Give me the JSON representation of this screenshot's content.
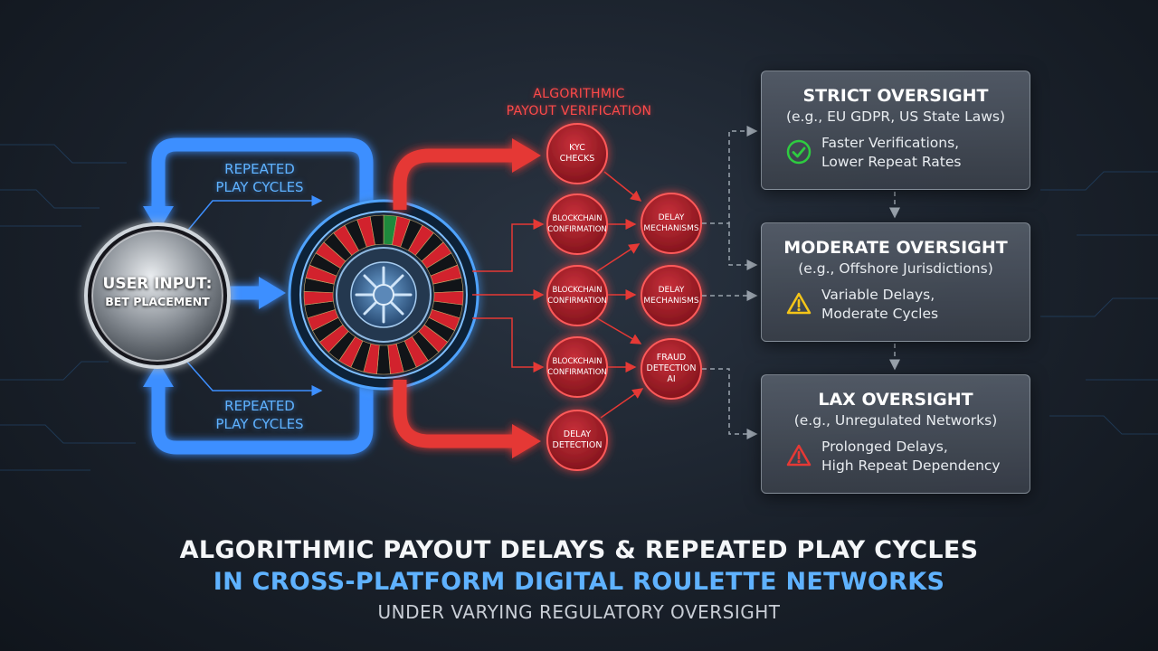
{
  "hub": {
    "line1": "USER INPUT:",
    "line2": "BET PLACEMENT"
  },
  "loop_labels": {
    "top": [
      "REPEATED",
      "PLAY CYCLES"
    ],
    "bottom": [
      "REPEATED",
      "PLAY CYCLES"
    ]
  },
  "verification_title": [
    "ALGORITHMIC",
    "PAYOUT VERIFICATION"
  ],
  "nodes": {
    "kyc": [
      "KYC",
      "CHECKS"
    ],
    "blockchain_1": [
      "BLOCKCHAIN",
      "CONFIRMATION"
    ],
    "blockchain_2": [
      "BLOCKCHAIN",
      "CONFIRMATION"
    ],
    "blockchain_3": [
      "BLOCKCHAIN",
      "CONFIRMATION"
    ],
    "delay_detection": [
      "DELAY",
      "DETECTION"
    ],
    "delay_mech_1": [
      "DELAY",
      "MECHANISMS"
    ],
    "delay_mech_2": [
      "DELAY",
      "MECHANISMS"
    ],
    "fraud": [
      "FRAUD",
      "DETECTION",
      "AI"
    ]
  },
  "panels": [
    {
      "title": "STRICT OVERSIGHT",
      "subtitle": "(e.g., EU GDPR, US State Laws)",
      "icon": "check-circle-icon",
      "icon_color": "#2ecc40",
      "line1": "Faster Verifications,",
      "line2": "Lower Repeat Rates"
    },
    {
      "title": "MODERATE OVERSIGHT",
      "subtitle": "(e.g., Offshore Jurisdictions)",
      "icon": "warning-triangle-icon",
      "icon_color": "#f5c518",
      "line1": "Variable Delays,",
      "line2": "Moderate Cycles"
    },
    {
      "title": "LAX OVERSIGHT",
      "subtitle": "(e.g., Unregulated Networks)",
      "icon": "alert-triangle-icon",
      "icon_color": "#e53935",
      "line1": "Prolonged Delays,",
      "line2": "High Repeat Dependency"
    }
  ],
  "footer": {
    "line1": "ALGORITHMIC PAYOUT DELAYS & REPEATED PLAY CYCLES",
    "line2": "IN CROSS-PLATFORM DIGITAL ROULETTE NETWORKS",
    "line3": "UNDER VARYING REGULATORY OVERSIGHT"
  },
  "colors": {
    "blue": "#3d8fff",
    "red": "#e53935",
    "node_red": "#b3202a"
  }
}
